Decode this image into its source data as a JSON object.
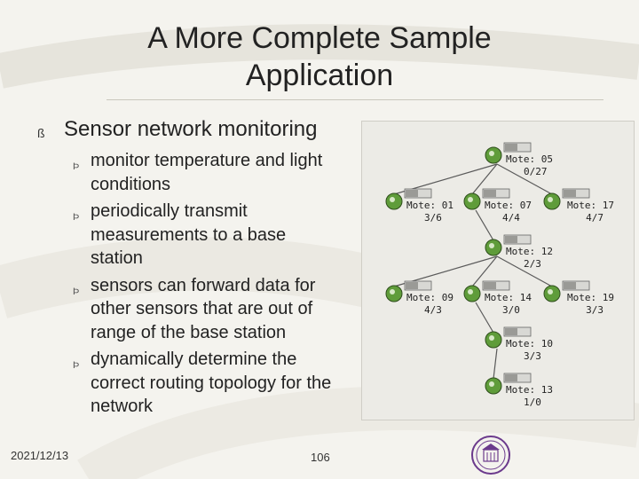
{
  "slide": {
    "title_line1": "A More Complete Sample",
    "title_line2": "Application",
    "main_bullet": "Sensor network monitoring",
    "bullet_glyph": "ß",
    "sub_glyph": "Þ",
    "sub_bullets": [
      "monitor temperature and light conditions",
      "periodically transmit measurements to a base station",
      "sensors can forward data for other sensors that are out of range of the base station",
      "dynamically determine the correct routing topology for the network"
    ],
    "date": "2021/12/13",
    "page_number": "106"
  },
  "diagram": {
    "motes": [
      {
        "name": "Mote: 05",
        "value": "0/27"
      },
      {
        "name": "Mote: 01",
        "value": "3/6"
      },
      {
        "name": "Mote: 07",
        "value": "4/4"
      },
      {
        "name": "Mote: 17",
        "value": "4/7"
      },
      {
        "name": "Mote: 12",
        "value": "2/3"
      },
      {
        "name": "Mote: 09",
        "value": "4/3"
      },
      {
        "name": "Mote: 14",
        "value": "3/0"
      },
      {
        "name": "Mote: 19",
        "value": "3/3"
      },
      {
        "name": "Mote: 10",
        "value": "3/3"
      },
      {
        "name": "Mote: 13",
        "value": "1/0"
      }
    ]
  },
  "colors": {
    "background": "#f4f3ee",
    "diagram_bg": "#ecebe6",
    "mote_green": "#5f9c3a",
    "logo_purple": "#6b3a8c"
  }
}
